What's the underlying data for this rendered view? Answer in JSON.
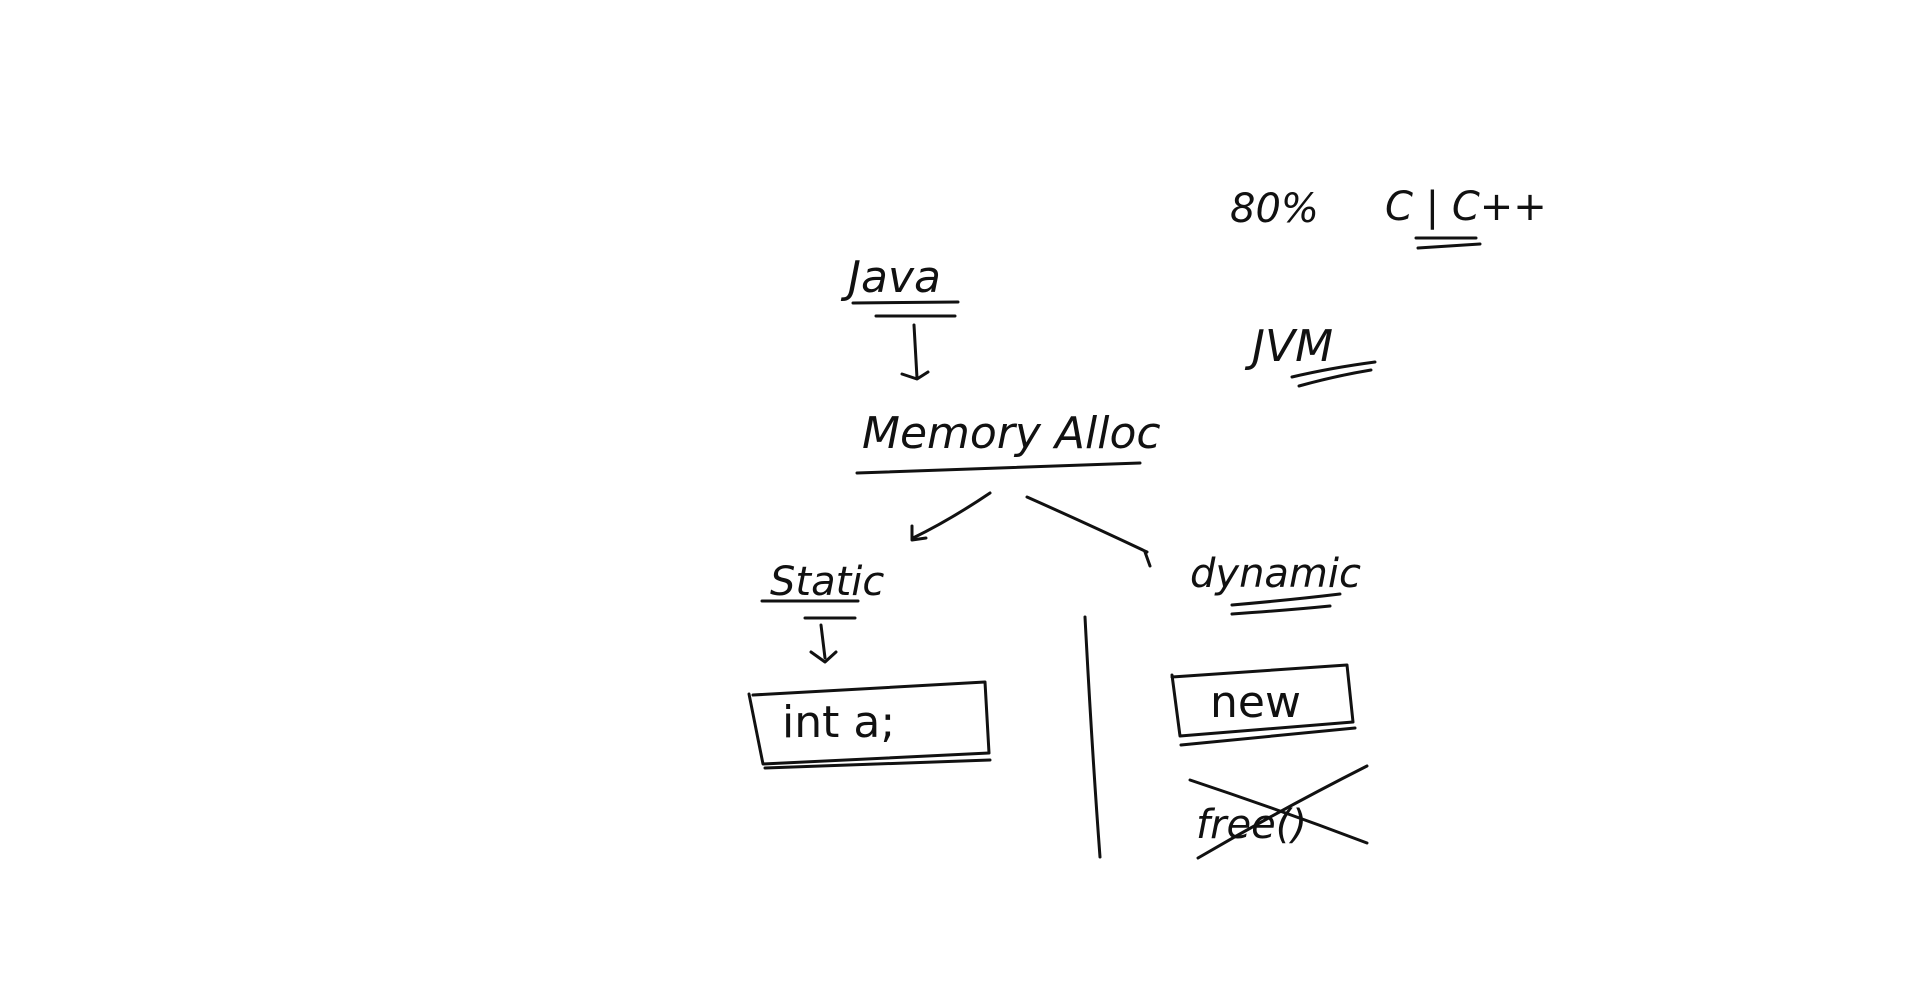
{
  "whiteboard": {
    "colors": {
      "background": "#ffffff",
      "ink": "#111111"
    },
    "nodes": {
      "java": "Java",
      "memory_alloc": "Memory Alloc",
      "static": "Static",
      "dynamic": "dynamic",
      "static_box": "int a;",
      "dynamic_box": "new",
      "struck_through": "free()"
    },
    "side_notes": {
      "percentage": "80%",
      "languages": "C | C++",
      "jvm": "JVM"
    }
  }
}
